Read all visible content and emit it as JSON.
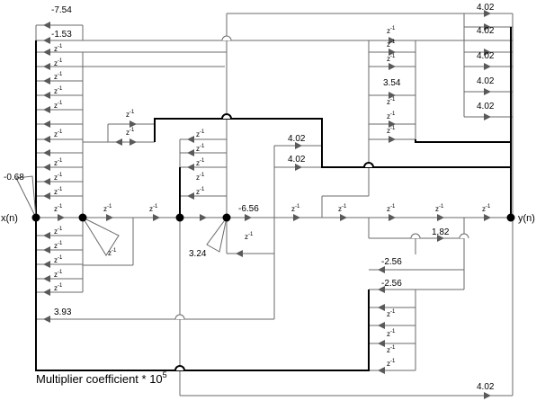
{
  "nodes": {
    "input_label": "x(n)",
    "output_label": "y(n)"
  },
  "delay": {
    "base": "z",
    "exponent": "-1"
  },
  "coefficients": {
    "c_top_1": "-7.54",
    "c_top_2": "-1.53",
    "c_left_input": "-0.68",
    "c_mid_a": "4.02",
    "c_mid_b": "4.02",
    "c_forward": "-6.56",
    "c_branch_324": "3.24",
    "c_right_354": "3.54",
    "c_right_1": "4.02",
    "c_right_2": "4.02",
    "c_right_3": "4.02",
    "c_right_4": "4.02",
    "c_right_5": "4.02",
    "c_lower_182": "1.82",
    "c_lower_256a": "-2.56",
    "c_lower_256b": "-2.56",
    "c_left_393": "3.93",
    "c_bottom": "4.02"
  },
  "footer": {
    "text": "Multiplier coefficient * 10",
    "exponent": "5"
  }
}
